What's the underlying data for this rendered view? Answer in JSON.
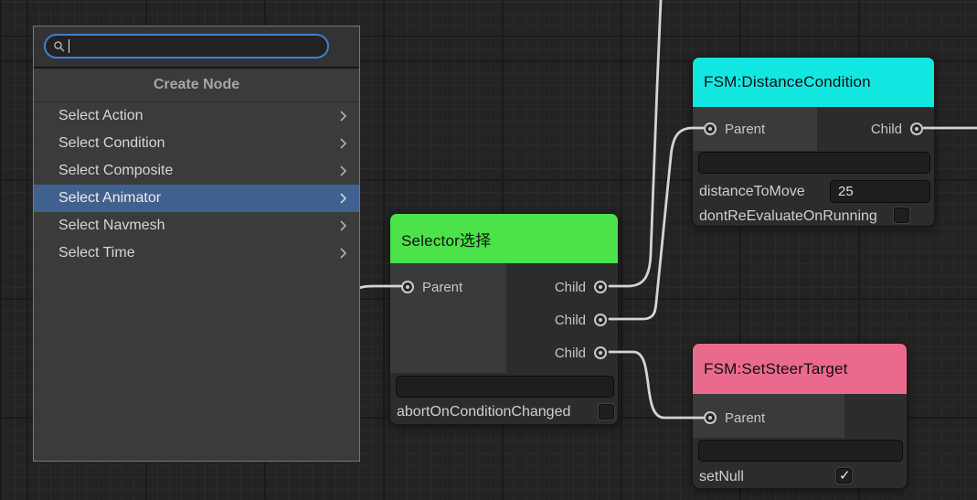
{
  "canvas": {
    "background": "#232323",
    "grid_minor": "#2a2a2a",
    "grid_major": "#1a1a1a"
  },
  "context_menu": {
    "search": {
      "value": "",
      "placeholder": ""
    },
    "title": "Create Node",
    "selected_color": "#40618f",
    "items": [
      {
        "label": "Select Action",
        "has_submenu": true,
        "selected": false
      },
      {
        "label": "Select Condition",
        "has_submenu": true,
        "selected": false
      },
      {
        "label": "Select Composite",
        "has_submenu": true,
        "selected": false
      },
      {
        "label": "Select Animator",
        "has_submenu": true,
        "selected": true
      },
      {
        "label": "Select Navmesh",
        "has_submenu": true,
        "selected": false
      },
      {
        "label": "Select Time",
        "has_submenu": true,
        "selected": false
      }
    ]
  },
  "nodes": {
    "selector": {
      "title": "Selector选择",
      "header_color": "#4ce24a",
      "parent_label": "Parent",
      "child_ports": [
        "Child",
        "Child",
        "Child"
      ],
      "field_value": "",
      "abort_on_condition_changed": {
        "label": "abortOnConditionChanged",
        "checked": false
      }
    },
    "distance_condition": {
      "title": "FSM:DistanceCondition",
      "header_color": "#12e7e2",
      "parent_label": "Parent",
      "child_label": "Child",
      "field_value": "",
      "distance_to_move": {
        "label": "distanceToMove",
        "value": "25"
      },
      "dont_reevaluate_on_running": {
        "label": "dontReEvaluateOnRunning",
        "checked": false
      }
    },
    "set_steer_target": {
      "title": "FSM:SetSteerTarget",
      "header_color": "#ea6a8e",
      "parent_label": "Parent",
      "field_value": "",
      "set_null": {
        "label": "setNull",
        "checked": true
      }
    }
  },
  "connections": [
    {
      "from": "offscreen-top",
      "to": "selector.child.0"
    },
    {
      "from": "selector.child.1",
      "to": "distance_condition.parent"
    },
    {
      "from": "selector.child.2",
      "to": "set_steer_target.parent"
    },
    {
      "from": "offscreen-left",
      "to": "selector.parent"
    },
    {
      "from": "distance_condition.child",
      "to": "offscreen-right"
    }
  ]
}
